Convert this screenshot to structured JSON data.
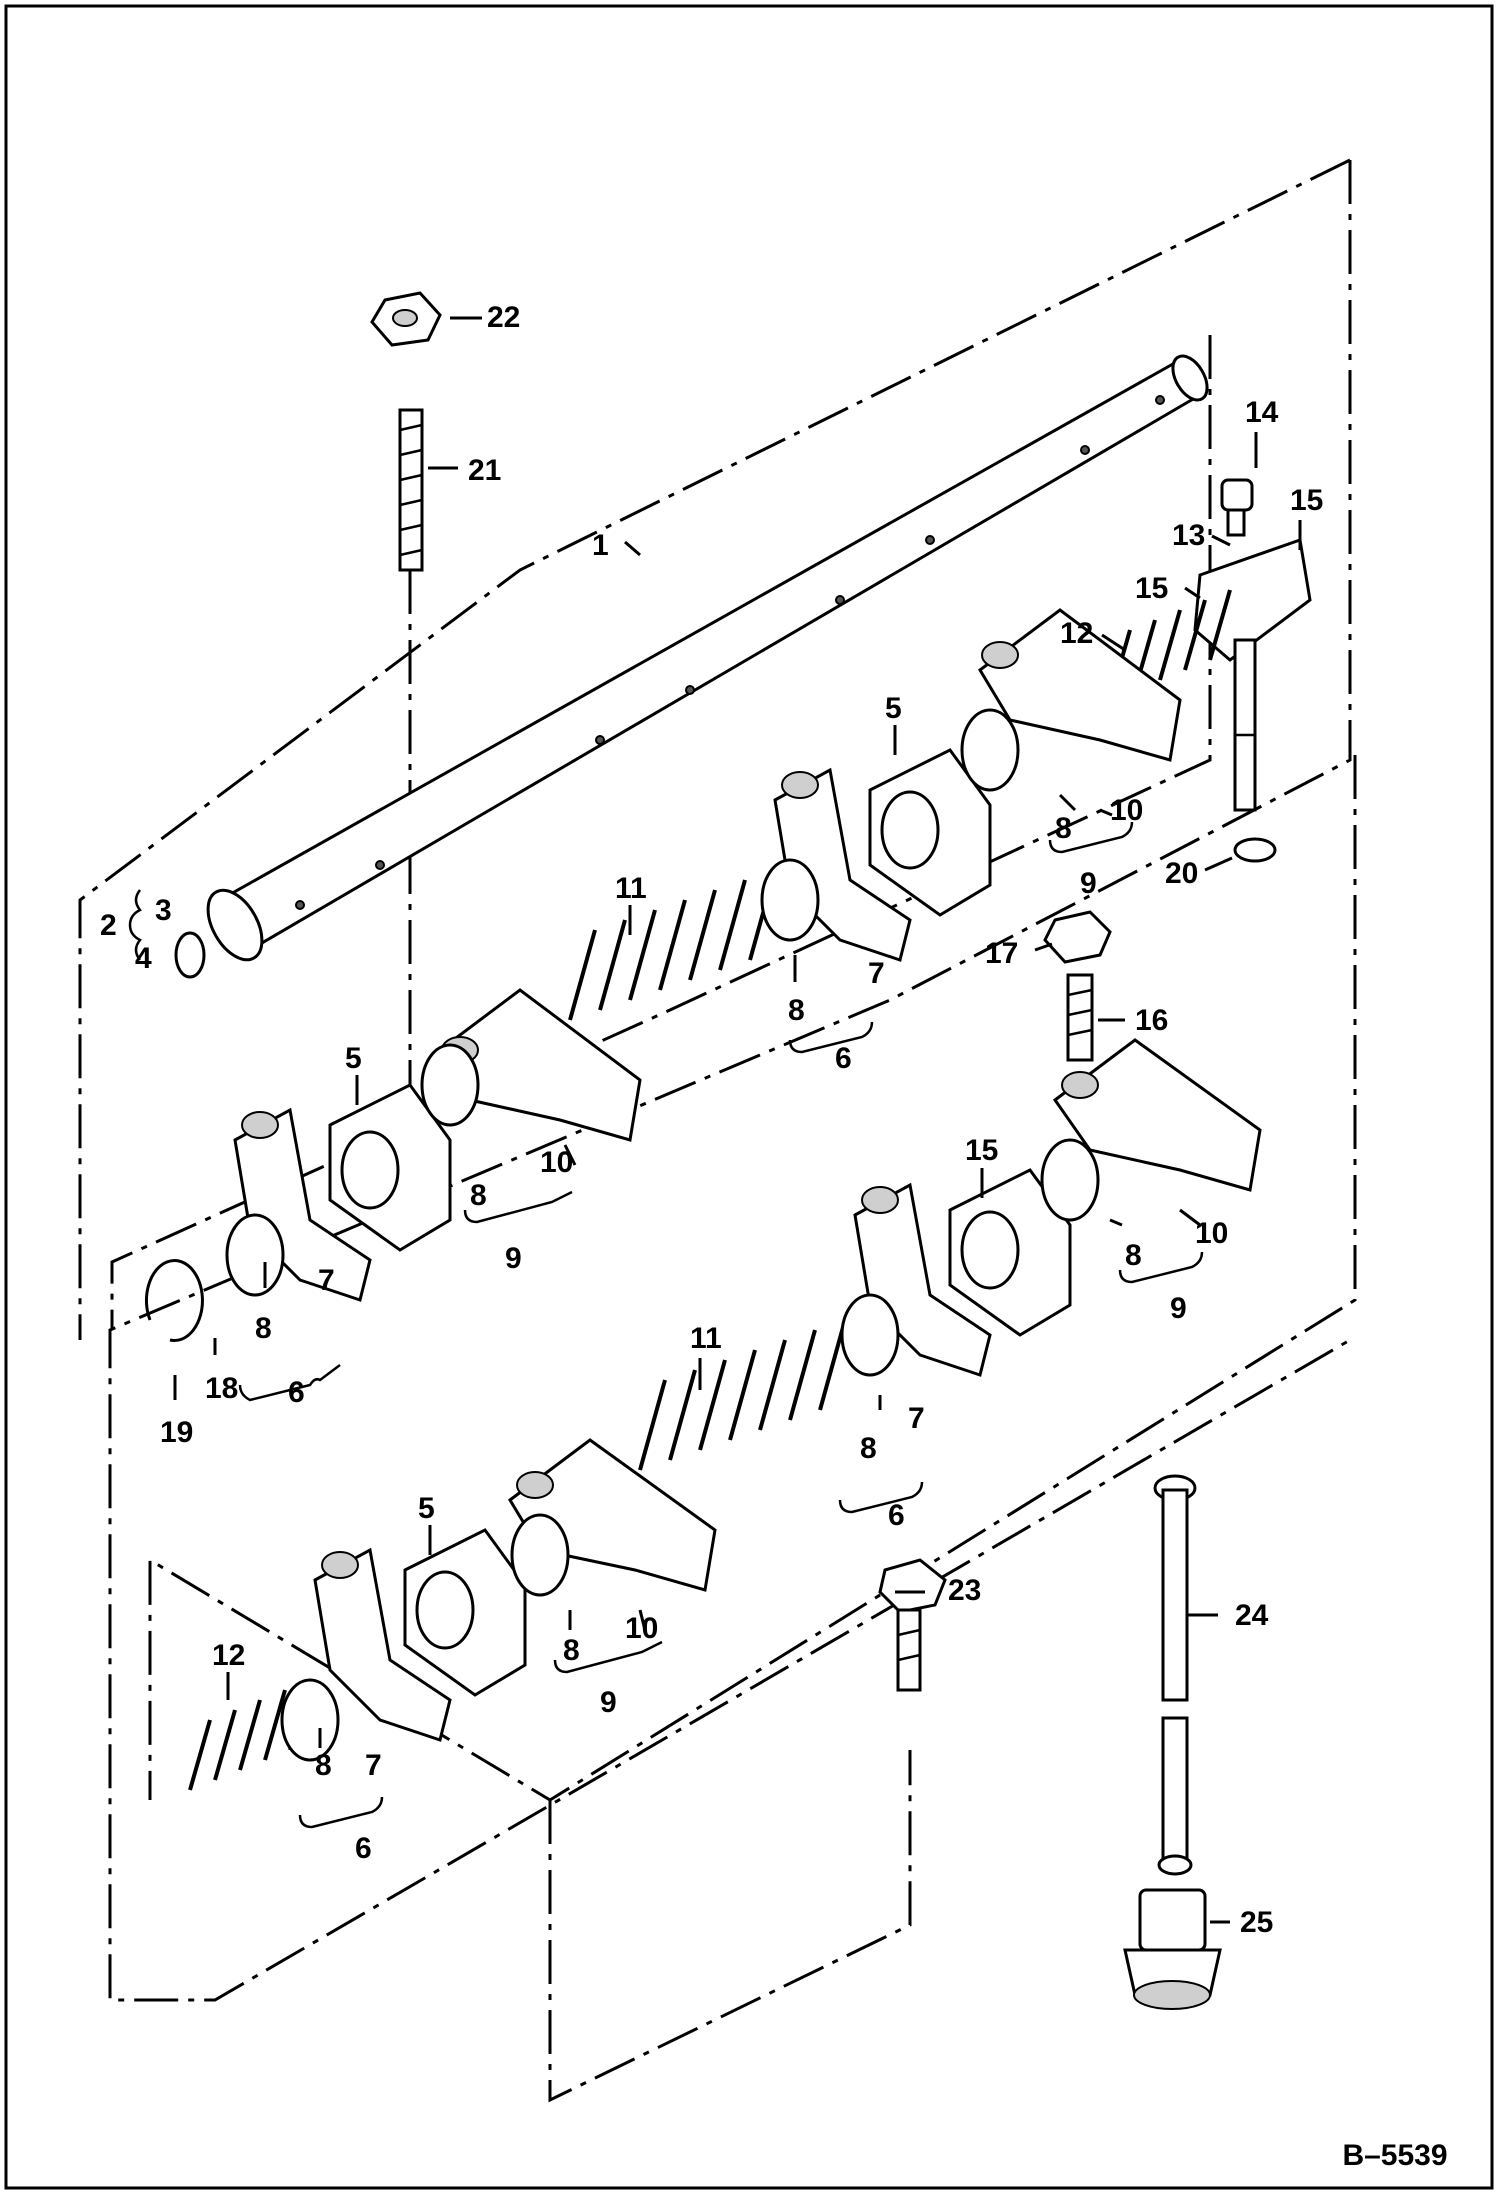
{
  "callouts": {
    "1": "1",
    "2": "2",
    "3": "3",
    "4": "4",
    "5": "5",
    "6": "6",
    "7": "7",
    "8": "8",
    "9": "9",
    "10": "10",
    "11": "11",
    "12": "12",
    "13": "13",
    "14": "14",
    "15": "15",
    "16": "16",
    "17": "17",
    "18": "18",
    "19": "19",
    "20": "20",
    "21": "21",
    "22": "22",
    "23": "23",
    "24": "24",
    "25": "25"
  },
  "reference": "B–5539"
}
